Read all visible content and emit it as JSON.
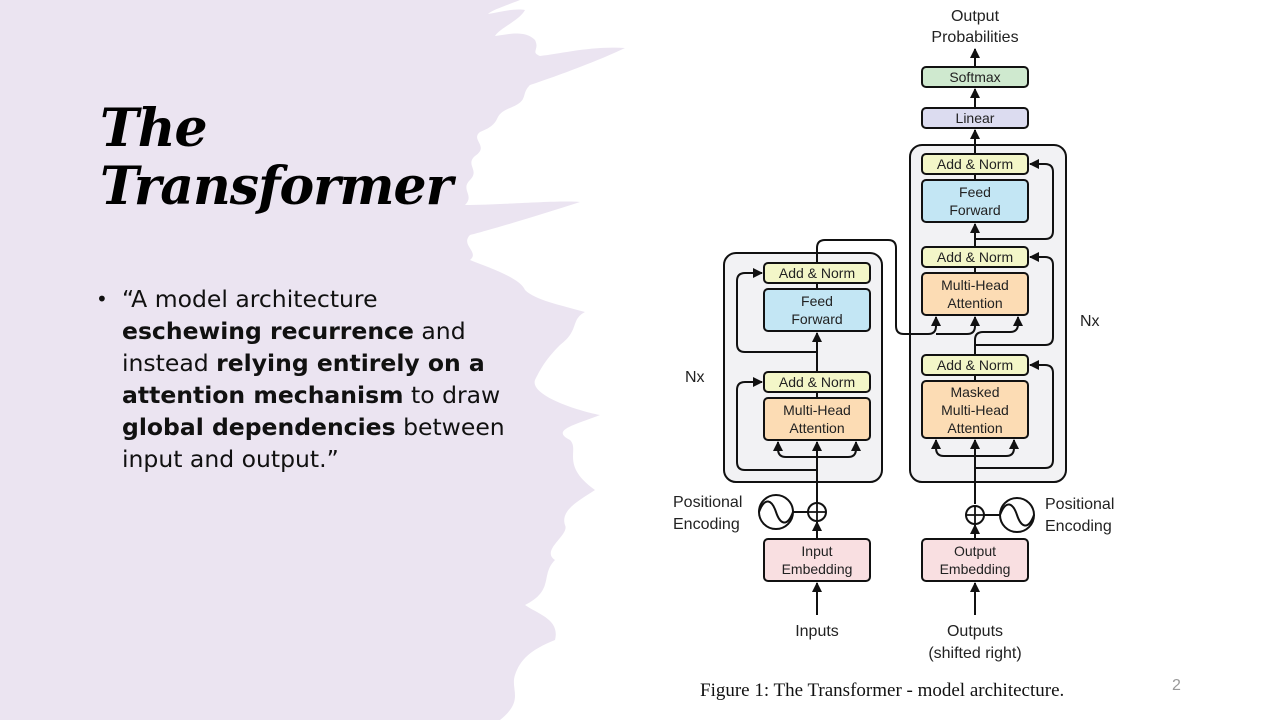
{
  "slide": {
    "title_lines": [
      "The",
      "Transformer"
    ],
    "bullet": {
      "segments": [
        {
          "text": "“A model architecture ",
          "bold": false
        },
        {
          "text": "eschewing recurrence",
          "bold": true
        },
        {
          "text": " and instead ",
          "bold": false
        },
        {
          "text": "relying entirely on a attention mechanism",
          "bold": true
        },
        {
          "text": " to draw ",
          "bold": false
        },
        {
          "text": "global dependencies",
          "bold": true
        },
        {
          "text": " between input and output.”",
          "bold": false
        }
      ]
    },
    "page_number": "2",
    "colors": {
      "background_stroke": "#ebe4f1",
      "text": "#111111"
    }
  },
  "figure": {
    "caption": "Figure 1: The Transformer - model architecture.",
    "output_label": [
      "Output",
      "Probabilities"
    ],
    "softmax": "Softmax",
    "linear": "Linear",
    "encoder": {
      "repeat_label": "Nx",
      "add_norm_top": "Add & Norm",
      "feed_forward": [
        "Feed",
        "Forward"
      ],
      "add_norm_bottom": "Add & Norm",
      "attention": [
        "Multi-Head",
        "Attention"
      ],
      "positional_encoding": [
        "Positional",
        "Encoding"
      ],
      "embedding": [
        "Input",
        "Embedding"
      ],
      "input_label": "Inputs"
    },
    "decoder": {
      "repeat_label": "Nx",
      "add_norm_top": "Add & Norm",
      "feed_forward": [
        "Feed",
        "Forward"
      ],
      "add_norm_mid": "Add & Norm",
      "cross_attention": [
        "Multi-Head",
        "Attention"
      ],
      "add_norm_bottom": "Add & Norm",
      "masked_attention": [
        "Masked",
        "Multi-Head",
        "Attention"
      ],
      "positional_encoding": [
        "Positional",
        "Encoding"
      ],
      "embedding": [
        "Output",
        "Embedding"
      ],
      "input_label": [
        "Outputs",
        "(shifted right)"
      ]
    },
    "colors": {
      "add_norm": "#f3f6c8",
      "feed_forward": "#c3e6f4",
      "attention": "#fcdcb4",
      "embedding": "#f9dfe1",
      "softmax": "#cfe9cf",
      "linear": "#dcdcf0",
      "stack_bg": "#f2f2f4",
      "stroke": "#111111"
    }
  }
}
